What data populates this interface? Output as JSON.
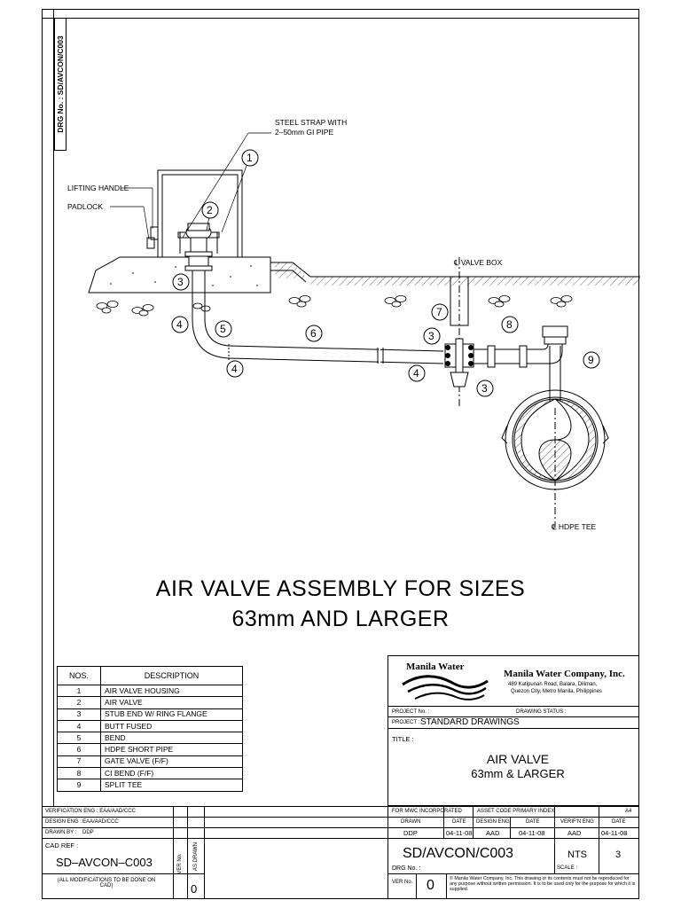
{
  "side_drg": "DRG No. : SD/AVCON/C003",
  "callouts": {
    "strap": [
      "STEEL STRAP WITH",
      "2–50mm GI PIPE"
    ],
    "lifting_handle": "LIFTING HANDLE",
    "padlock": "PADLOCK",
    "valve_box": "℄ VALVE BOX",
    "hdpe_tee": "℄ HDPE TEE"
  },
  "balloons": {
    "b1": "1",
    "b2": "2",
    "b3a": "3",
    "b3b": "3",
    "b3c": "3",
    "b4a": "4",
    "b4b": "4",
    "b4c": "4",
    "b5": "5",
    "b6": "6",
    "b7": "7",
    "b8": "8",
    "b9": "9"
  },
  "title_line1": "AIR VALVE ASSEMBLY FOR SIZES",
  "title_line2": "63mm AND LARGER",
  "legend": {
    "col_no": "NOS.",
    "col_desc": "DESCRIPTION",
    "rows": [
      {
        "no": "1",
        "desc": "AIR VALVE HOUSING"
      },
      {
        "no": "2",
        "desc": "AIR VALVE"
      },
      {
        "no": "3",
        "desc": "STUB END W/ RING FLANGE"
      },
      {
        "no": "4",
        "desc": "BUTT FUSED"
      },
      {
        "no": "5",
        "desc": "BEND"
      },
      {
        "no": "6",
        "desc": "HDPE SHORT PIPE"
      },
      {
        "no": "7",
        "desc": "GATE VALVE (F/F)"
      },
      {
        "no": "8",
        "desc": "CI BEND (F/F)"
      },
      {
        "no": "9",
        "desc": "SPLIT TEE"
      }
    ]
  },
  "company": {
    "logo_text": "Manila Water",
    "name": "Manila Water Company, Inc.",
    "addr1": "489 Katipunan Road, Balara, Diliman,",
    "addr2": "Quezon City, Metro Manila, Philippines"
  },
  "titleblock": {
    "project_no_label": "PROJECT No. :",
    "drawing_status_label": "DRAWING STATUS :",
    "project_label": "PROJECT :",
    "project_value": "STANDARD DRAWINGS",
    "title_label": "TITLE :",
    "title_value1": "AIR VALVE",
    "title_value2": "63mm & LARGER",
    "for_mwc": "FOR MWC INCORPORATED",
    "asset_code": "ASSET CODE PRIMARY INDEX",
    "sheet_size": "A4",
    "drawn_h": "DRAWN",
    "date_h1": "DATE",
    "design_eng_h": "DESIGN ENG",
    "date_h2": "DATE",
    "verifn_h": "VERIF'N ENG",
    "date_h3": "DATE",
    "drawn_v": "DDP",
    "date_v1": "04-11-08",
    "design_eng_v": "AAD",
    "date_v2": "04-11-08",
    "verifn_v": "AAD",
    "date_v3": "04-11-08",
    "drg_no": "SD/AVCON/C003",
    "drg_no_label": "DRG No. :",
    "scale": "NTS",
    "scale_label": "SCALE :",
    "sheet": "3",
    "ver_label": "VER No.",
    "ver_value": "0",
    "copyright": "© Manila Water Company, Inc. This drawing or its contents must not be reproduced for any purpose without written permission. It is to be used only for the purpose for which it is supplied."
  },
  "leftblock": {
    "verification": "VERIFICATION ENG : EAA/AAD/CCC",
    "design": "DESIGN ENG :",
    "design_v": "EAA/AAD/CCC",
    "drawn": "DRAWN BY :",
    "drawn_v": "DDP",
    "cad_ref_label": "CAD REF :",
    "cad_ref": "SD–AVCON–C003",
    "ver_no": "VER No.",
    "as_drawn": "AS DRAWN",
    "ver_value": "0",
    "note": "(ALL MODIFICATIONS TO BE DONE ON CAD)"
  }
}
